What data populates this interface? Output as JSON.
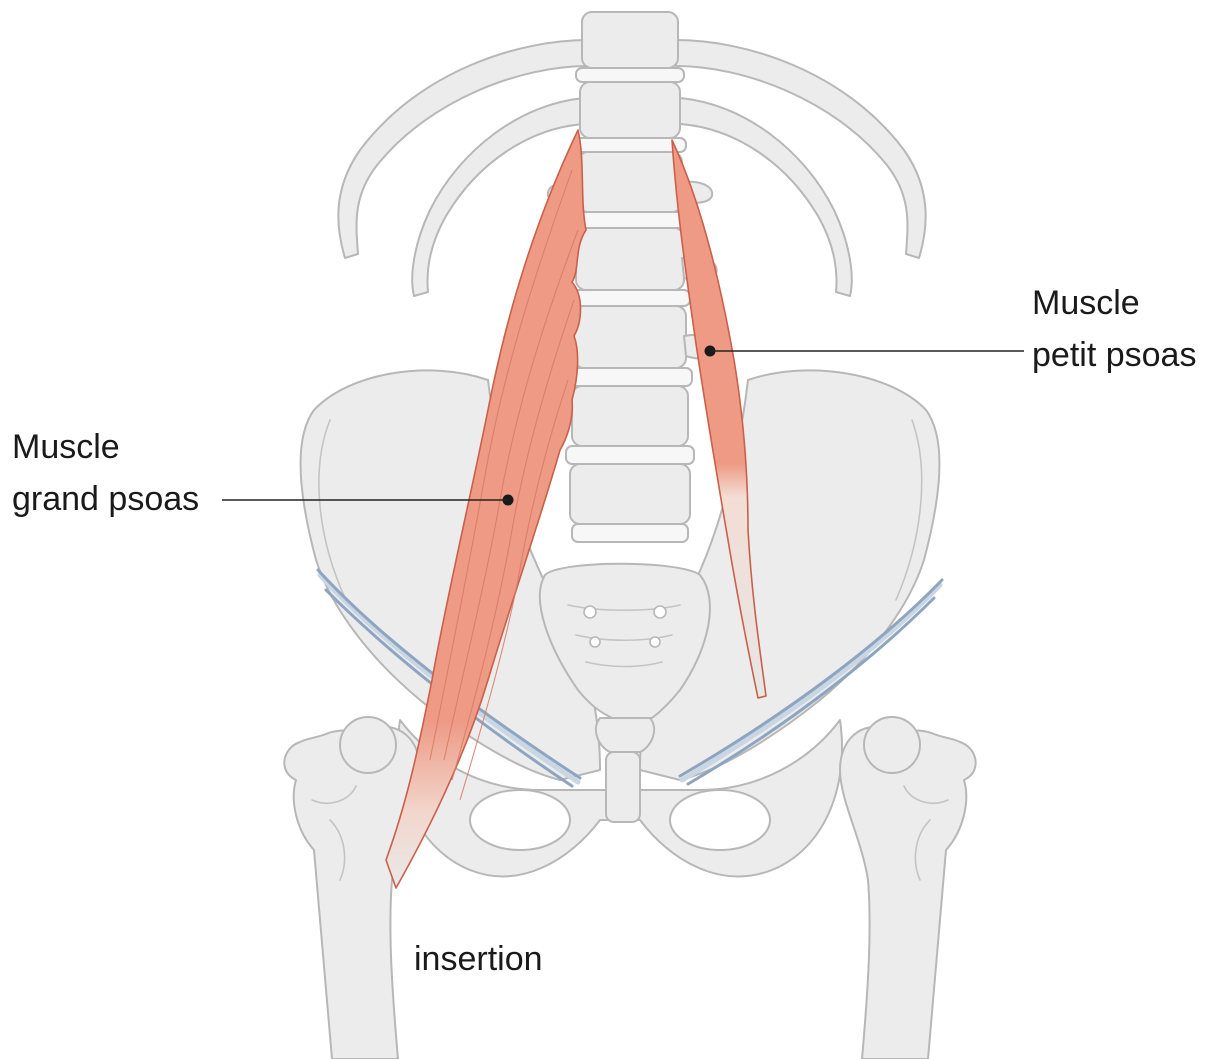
{
  "labels": {
    "petit_psoas_line1": "Muscle",
    "petit_psoas_line2": "petit psoas",
    "grand_psoas_line1": "Muscle",
    "grand_psoas_line2": "grand psoas",
    "insertion": "insertion"
  },
  "colors": {
    "bone_fill": "#ececec",
    "bone_stroke": "#b7b7b7",
    "muscle": "#ee9a85",
    "muscle_stroke": "#c9604a",
    "ligament": "#8ea5c0",
    "text": "#1a1a1a"
  }
}
